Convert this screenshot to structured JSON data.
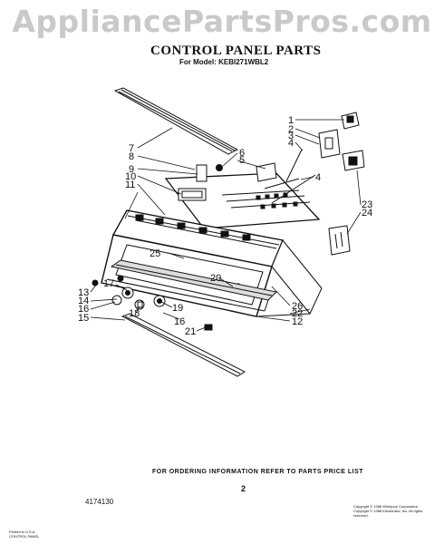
{
  "watermark": "AppliancePartsPros.com",
  "title": "CONTROL PANEL PARTS",
  "model_line": "For Model: KEBI271WBL2",
  "footer_note": "FOR ORDERING INFORMATION REFER TO PARTS PRICE LIST",
  "page_number": "2",
  "doc_number": "4174130",
  "copyright_lines": [
    "Copyright © 1988 Whirlpool Corporation",
    "Copyright © 1988 KitchenAid, Inc. All rights reserved."
  ],
  "print_date_lines": [
    "Printed in U.S.A.",
    "CONTROL PANEL"
  ],
  "part_labels": [
    "1",
    "2",
    "3",
    "4",
    "4",
    "5",
    "6",
    "7",
    "8",
    "9",
    "10",
    "11",
    "12",
    "13",
    "14",
    "15",
    "16",
    "16",
    "17",
    "18",
    "19",
    "20",
    "21",
    "22",
    "23",
    "24",
    "25",
    "26"
  ]
}
